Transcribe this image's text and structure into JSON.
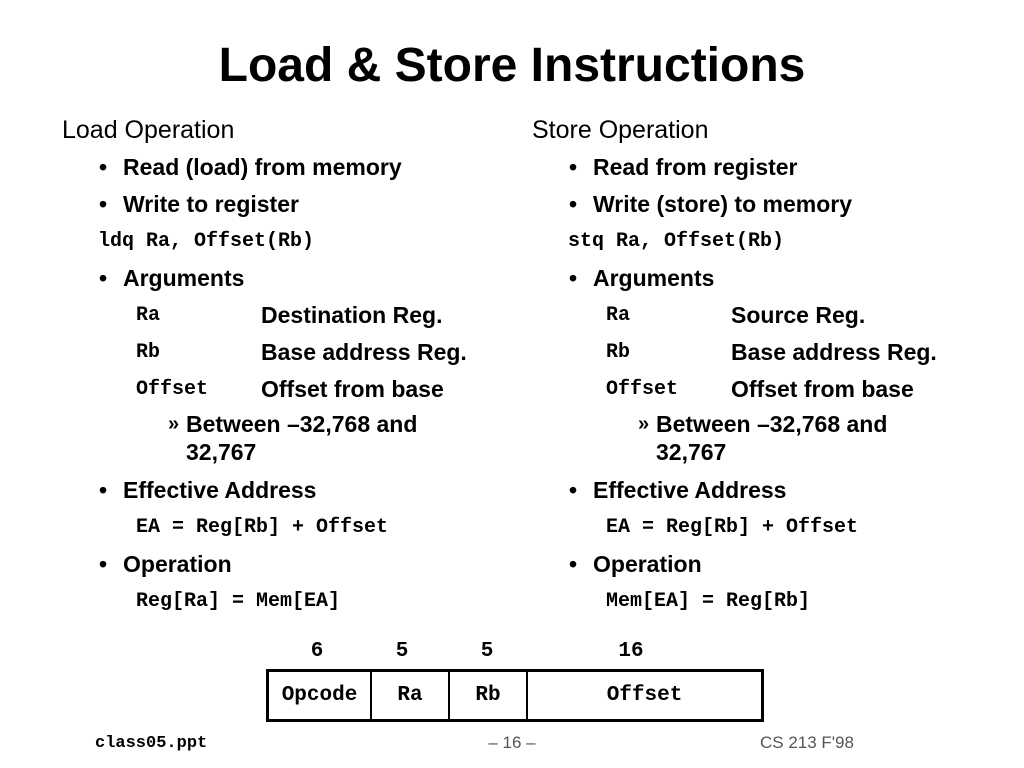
{
  "title": "Load & Store Instructions",
  "load": {
    "heading": "Load Operation",
    "bullet1": "Read (load) from memory",
    "bullet2": "Write to register",
    "syntax": "ldq Ra, Offset(Rb)",
    "args_label": "Arguments",
    "args": [
      {
        "reg": "Ra",
        "desc": "Destination Reg."
      },
      {
        "reg": "Rb",
        "desc": "Base address Reg."
      },
      {
        "reg": "Offset",
        "desc": "Offset from base"
      }
    ],
    "range": "Between –32,768 and 32,767",
    "ea_label": "Effective Address",
    "ea_expr": "EA = Reg[Rb] + Offset",
    "op_label": "Operation",
    "op_expr": "Reg[Ra] = Mem[EA]"
  },
  "store": {
    "heading": "Store Operation",
    "bullet1": "Read from register",
    "bullet2": "Write (store) to memory",
    "syntax": "stq Ra, Offset(Rb)",
    "args_label": "Arguments",
    "args": [
      {
        "reg": "Ra",
        "desc": "Source Reg."
      },
      {
        "reg": "Rb",
        "desc": "Base address Reg."
      },
      {
        "reg": "Offset",
        "desc": "Offset from base"
      }
    ],
    "range": "Between –32,768 and 32,767",
    "ea_label": "Effective Address",
    "ea_expr": "EA = Reg[Rb] + Offset",
    "op_label": "Operation",
    "op_expr": "Mem[EA] = Reg[Rb]"
  },
  "format": {
    "widths": [
      "6",
      "5",
      "5",
      "16"
    ],
    "fields": [
      "Opcode",
      "Ra",
      "Rb",
      "Offset"
    ]
  },
  "footer": {
    "file": "class05.ppt",
    "page": "– 16 –",
    "course": "CS 213 F'98"
  }
}
